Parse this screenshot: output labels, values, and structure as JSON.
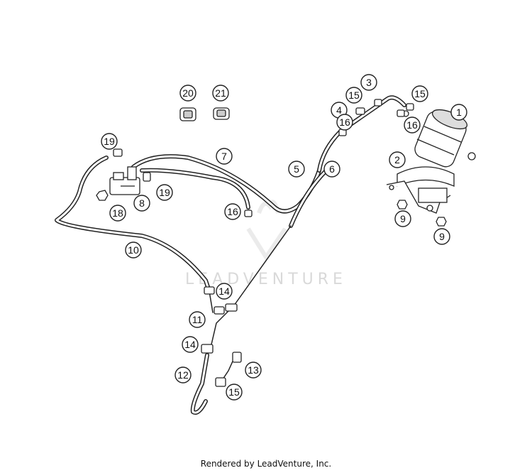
{
  "diagram": {
    "callouts": [
      "1",
      "2",
      "3",
      "4",
      "5",
      "6",
      "7",
      "8",
      "9",
      "9",
      "10",
      "11",
      "12",
      "13",
      "14",
      "14",
      "15",
      "15",
      "15",
      "16",
      "16",
      "16",
      "18",
      "19",
      "19",
      "20",
      "21"
    ],
    "watermark": "LEADVENTURE"
  },
  "footer": {
    "credit": "Rendered by LeadVenture, Inc."
  }
}
